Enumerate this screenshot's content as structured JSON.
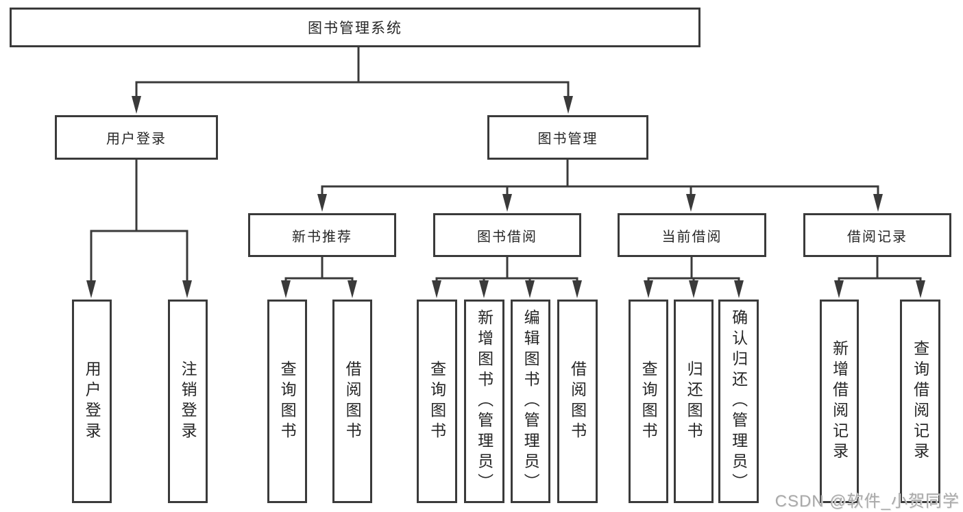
{
  "tree": {
    "root": {
      "label": "图书管理系统"
    },
    "branches": [
      {
        "label": "用户登录",
        "leaves": [
          {
            "label": "用户登录"
          },
          {
            "label": "注销登录"
          }
        ]
      },
      {
        "label": "图书管理",
        "groups": [
          {
            "label": "新书推荐",
            "leaves": [
              {
                "label": "查询图书"
              },
              {
                "label": "借阅图书"
              }
            ]
          },
          {
            "label": "图书借阅",
            "leaves": [
              {
                "label": "查询图书"
              },
              {
                "label": "新增图书（管理员）"
              },
              {
                "label": "编辑图书（管理员）"
              },
              {
                "label": "借阅图书"
              }
            ]
          },
          {
            "label": "当前借阅",
            "leaves": [
              {
                "label": "查询图书"
              },
              {
                "label": "归还图书"
              },
              {
                "label": "确认归还（管理员）"
              }
            ]
          },
          {
            "label": "借阅记录",
            "leaves": [
              {
                "label": "新增借阅记录"
              },
              {
                "label": "查询借阅记录"
              }
            ]
          }
        ]
      }
    ]
  },
  "watermark": {
    "text": "CSDN @软件_小贺同学"
  },
  "colors": {
    "line": "#3a3a3a",
    "text": "#262626",
    "background": "#ffffff",
    "watermark": "#a9a9a9"
  }
}
